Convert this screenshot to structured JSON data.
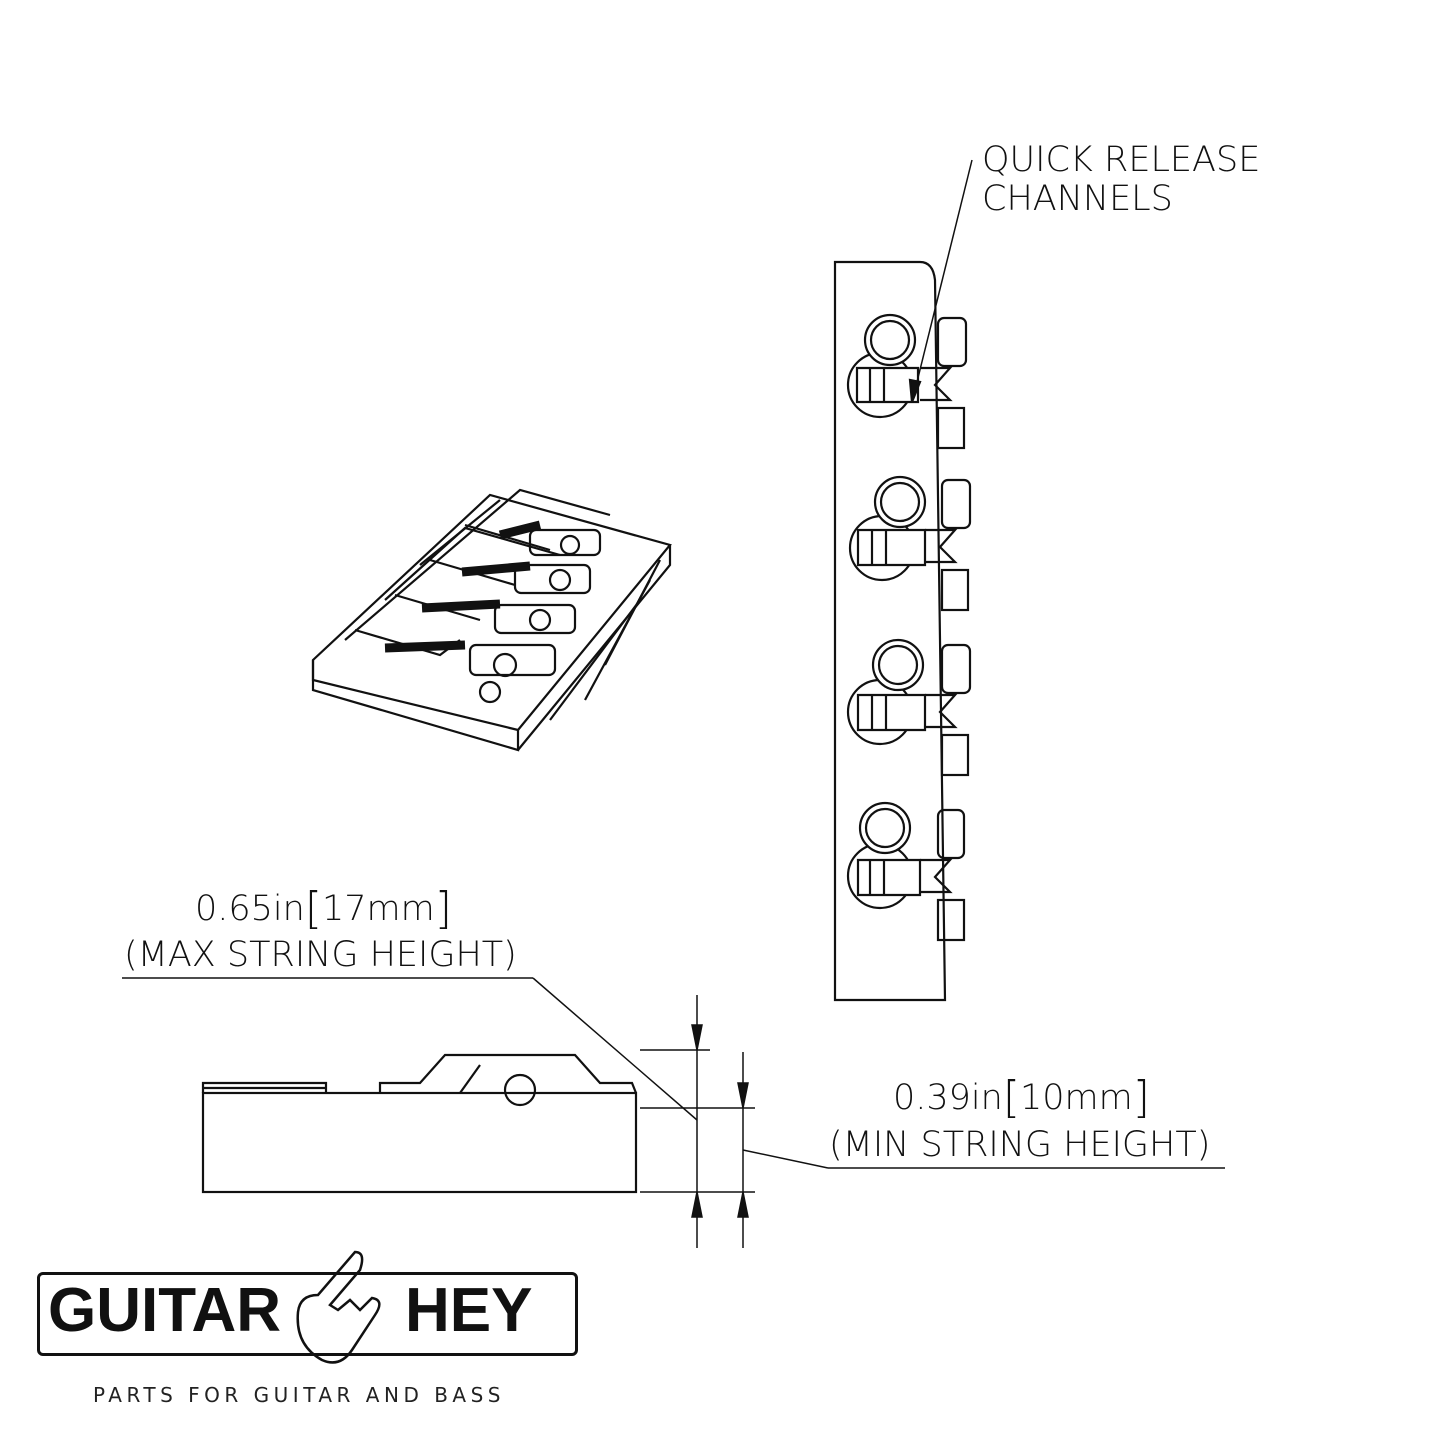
{
  "callout": {
    "line1": "QUICK RELEASE",
    "line2": "CHANNELS"
  },
  "max_height": {
    "inch": "0.65in",
    "mm": "17mm",
    "label": "(MAX STRING HEIGHT)"
  },
  "min_height": {
    "inch": "0.39in",
    "mm": "10mm",
    "label": "(MIN STRING HEIGHT)"
  },
  "brackets": {
    "open": "[",
    "close": "]"
  },
  "logo": {
    "word1": "GUITAR",
    "word2": "HEY",
    "tagline": "PARTS FOR GUITAR AND BASS",
    "icon": "rock-hand-icon"
  },
  "colors": {
    "line": "#111111",
    "background": "#ffffff"
  }
}
